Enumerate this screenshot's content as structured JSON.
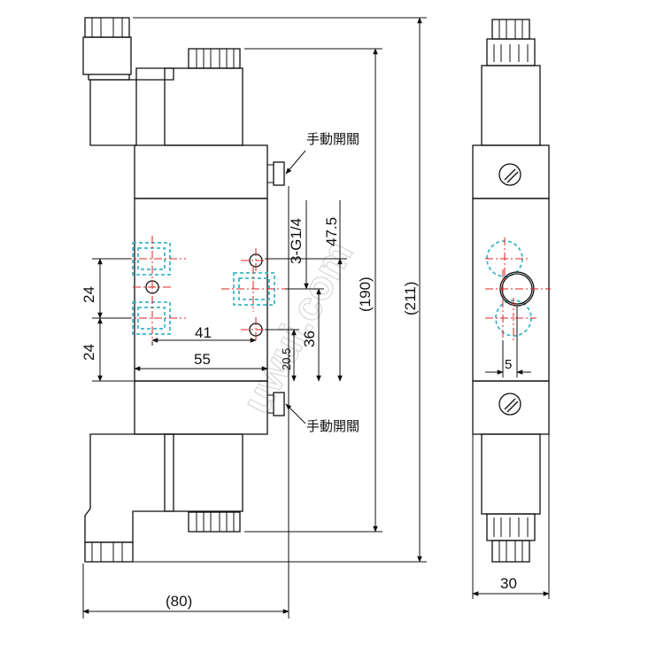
{
  "diagram": {
    "labels": {
      "manual_switch_top": "手動開關",
      "manual_switch_bottom": "手動開關",
      "port_spec": "3-G1/4",
      "dim_47_5": "47.5",
      "dim_190": "(190)",
      "dim_211": "(211)",
      "dim_24_top": "24",
      "dim_24_bottom": "24",
      "dim_41": "41",
      "dim_55": "55",
      "dim_36": "36",
      "dim_20_5": "20.5",
      "dim_80": "(80)",
      "dim_5": "5",
      "dim_30": "30"
    },
    "watermark": "uwui.com",
    "colors": {
      "line": "#111111",
      "centerline": "#e02020",
      "port_hidden": "#3fb6c6"
    }
  }
}
